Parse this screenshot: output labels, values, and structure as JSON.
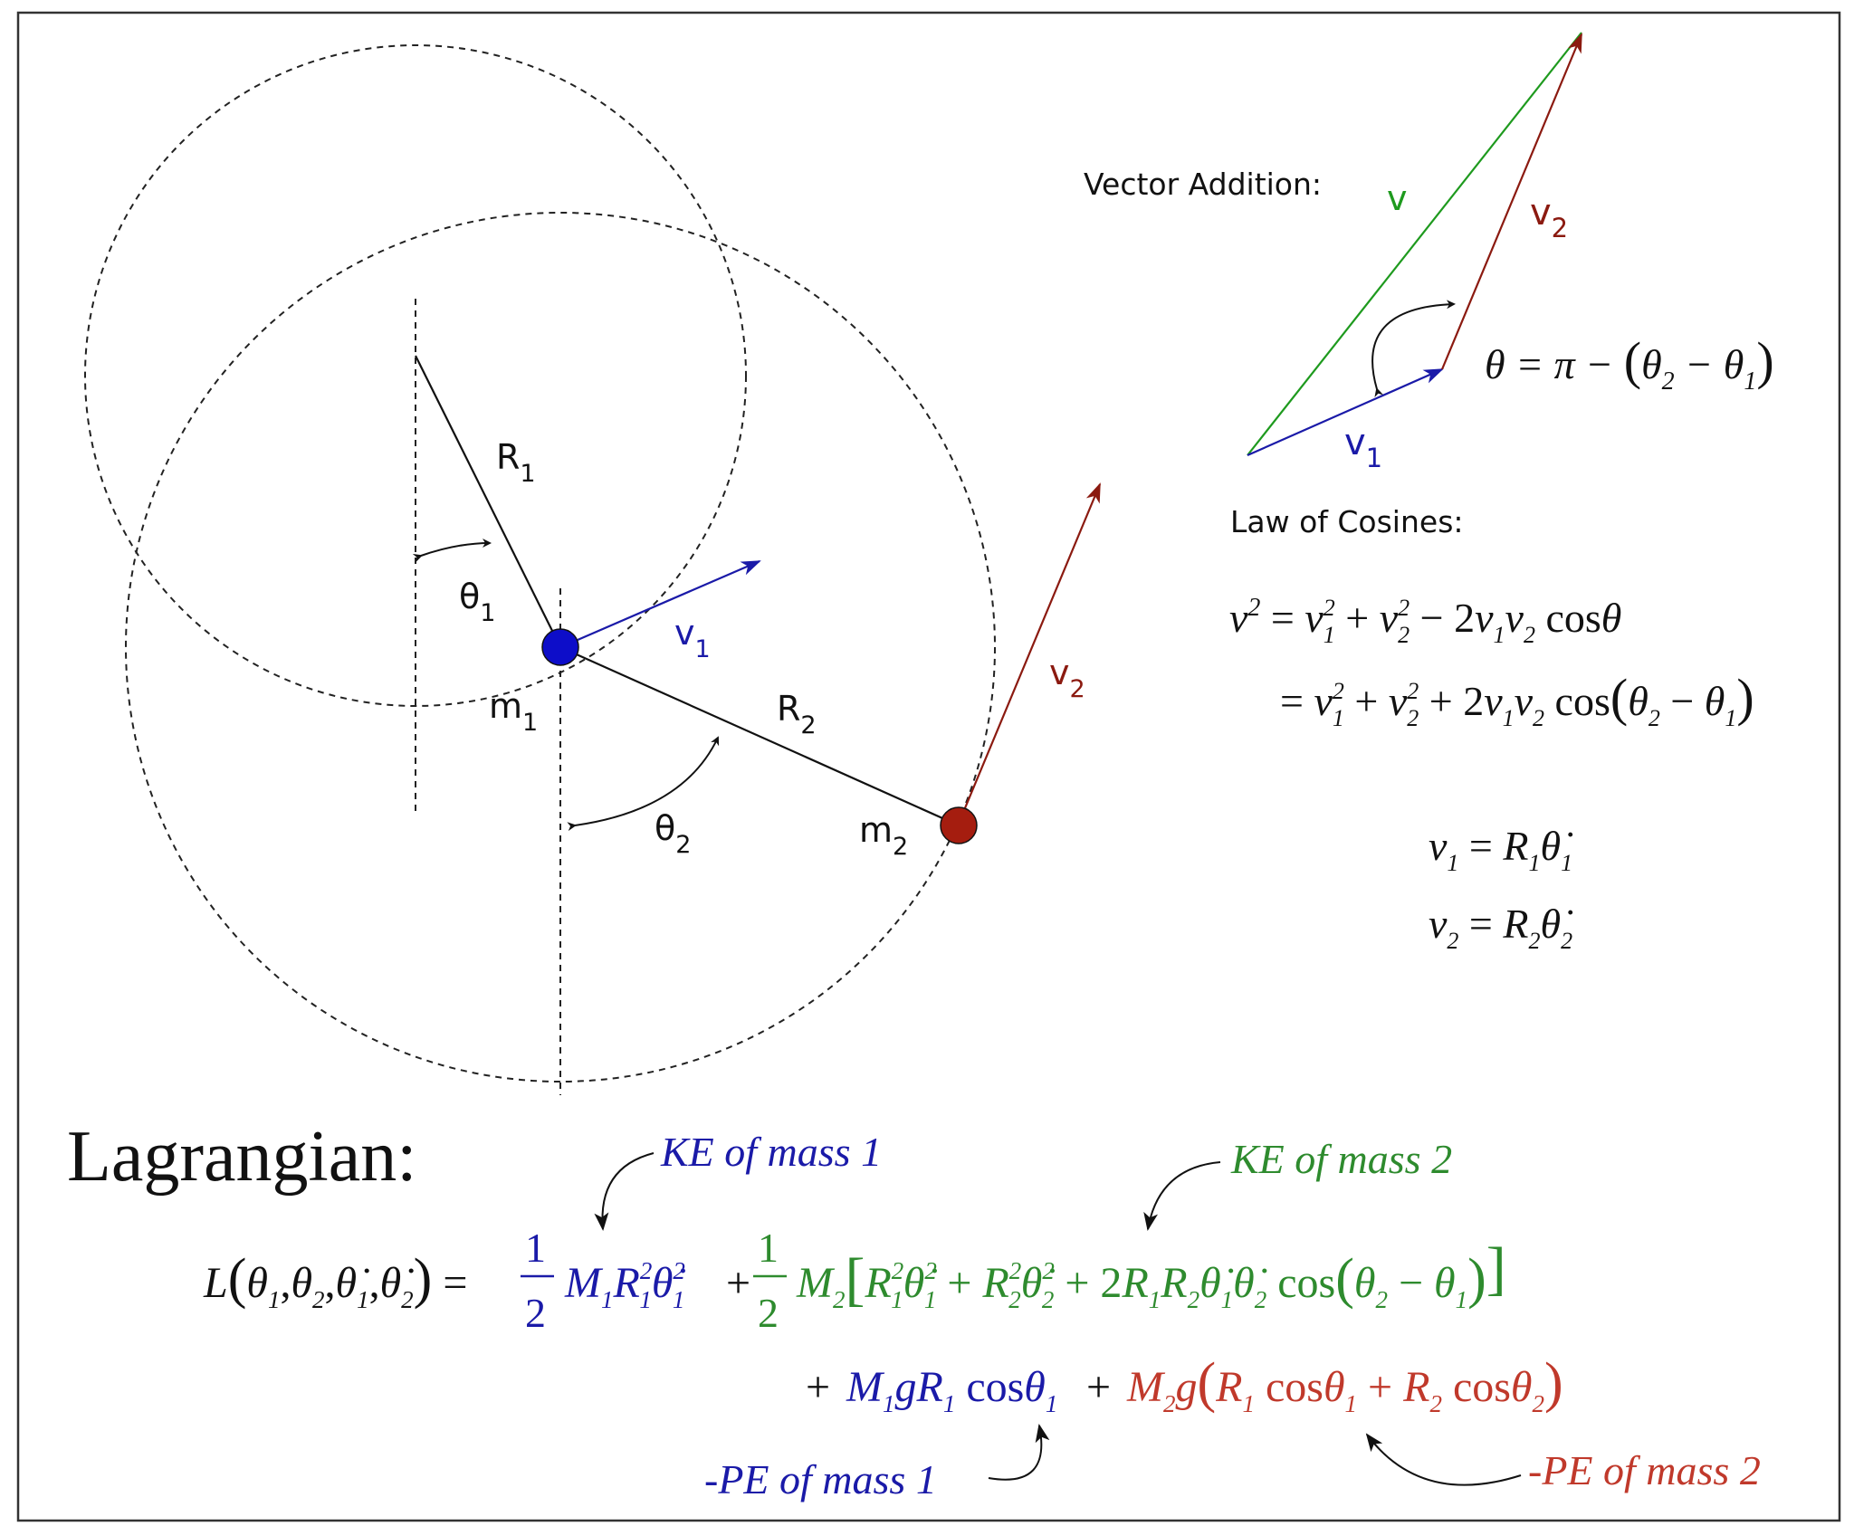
{
  "colors": {
    "blue": "#1a1aa8",
    "blue_fill": "#0d0dc9",
    "green": "#1e9a1e",
    "eq_green": "#2e8b2e",
    "red": "#8b1a10",
    "eq_red": "#c0392b",
    "black": "#111111",
    "frame": "#333333"
  },
  "pendulum": {
    "r1_label": "R",
    "r1_sub": "1",
    "theta1_label": "θ",
    "theta1_sub": "1",
    "mass1_label": "m",
    "mass1_sub": "1",
    "v1_label": "v",
    "v1_sub": "1",
    "r2_label": "R",
    "r2_sub": "2",
    "theta2_label": "θ",
    "theta2_sub": "2",
    "mass2_label": "m",
    "mass2_sub": "2",
    "v2_label": "v",
    "v2_sub": "2"
  },
  "vector_addition": {
    "title": "Vector Addition:",
    "v_label": "v",
    "v1_label": "v",
    "v1_sub": "1",
    "v2_label": "v",
    "v2_sub": "2",
    "theta_eq": {
      "lhs": "θ = π − ",
      "lp": "(",
      "a": "θ",
      "a_sub": "2",
      "minus": " − ",
      "b": "θ",
      "b_sub": "1",
      "rp": ")"
    }
  },
  "law_of_cosines": {
    "title": "Law of Cosines:",
    "line1": {
      "v": "v",
      "sup": "2",
      "eq": " = ",
      "t1": "v",
      "t1_sub": "1",
      "t1_sup": "2",
      "plus": " + ",
      "t2": "v",
      "t2_sub": "2",
      "t2_sup": "2",
      "rest_pre": " − 2",
      "rv1": "v",
      "rv1_sub": "1",
      "rv2": "v",
      "rv2_sub": "2",
      "cos": " cos",
      "theta": "θ"
    },
    "line2": {
      "eq": "= ",
      "t1": "v",
      "t1_sub": "1",
      "t1_sup": "2",
      "plus": " + ",
      "t2": "v",
      "t2_sub": "2",
      "t2_sup": "2",
      "rest_pre": " + 2",
      "rv1": "v",
      "rv1_sub": "1",
      "rv2": "v",
      "rv2_sub": "2",
      "cos": " cos",
      "lp": "(",
      "a": "θ",
      "a_sub": "2",
      "minus": " − ",
      "b": "θ",
      "b_sub": "1",
      "rp": ")"
    },
    "v1_def": {
      "v": "v",
      "sub": "1",
      "eq": " = ",
      "r": "R",
      "r_sub": "1",
      "th": "θ̇",
      "th_sub": "1"
    },
    "v2_def": {
      "v": "v",
      "sub": "2",
      "eq": " = ",
      "r": "R",
      "r_sub": "2",
      "th": "θ̇",
      "th_sub": "2"
    }
  },
  "lagrangian": {
    "title": "Lagrangian:",
    "lhs": {
      "L": "L",
      "lp": "(",
      "a": "θ",
      "a_sub": "1",
      "c1": ",",
      "b": "θ",
      "b_sub": "2",
      "c2": ",",
      "c": "θ̇",
      "c_sub": "1",
      "c3": ",",
      "d": "θ̇",
      "d_sub": "2",
      "rp": ")",
      "eq": " = "
    },
    "half_num": "1",
    "half_den": "2",
    "ke1": {
      "M": "M",
      "M_sub": "1",
      "R": "R",
      "R_sub": "1",
      "R_sup": "2",
      "th": "θ̇",
      "th_sub": "1",
      "th_sup": "2"
    },
    "plus": " + ",
    "ke2": {
      "M": "M",
      "M_sub": "2",
      "lb": "[",
      "R1": "R",
      "R1_sub": "1",
      "R1_sup": "2",
      "th1": "θ̇",
      "th1_sub": "1",
      "th1_sup": "2",
      "p1": " + ",
      "R2": "R",
      "R2_sub": "2",
      "R2_sup": "2",
      "th2": "θ̇",
      "th2_sub": "2",
      "th2_sup": "2",
      "p2": " + 2",
      "Ra": "R",
      "Ra_sub": "1",
      "Rb": "R",
      "Rb_sub": "2",
      "ta": "θ̇",
      "ta_sub": "1",
      "tb": "θ̇",
      "tb_sub": "2",
      "cos": " cos",
      "lp": "(",
      "a": "θ",
      "a_sub": "2",
      "minus": " − ",
      "b": "θ",
      "b_sub": "1",
      "rp": ")",
      "rb": "]"
    },
    "line2_plus": "+ ",
    "pe1": {
      "M": "M",
      "M_sub": "1",
      "g": "g",
      "R": "R",
      "R_sub": "1",
      "cos": " cos",
      "th": "θ",
      "th_sub": "1"
    },
    "plus2": " + ",
    "pe2": {
      "M": "M",
      "M_sub": "2",
      "g": "g",
      "lp": "(",
      "R1": "R",
      "R1_sub": "1",
      "cos1": " cos",
      "th1": "θ",
      "th1_sub": "1",
      "p": " + ",
      "R2": "R",
      "R2_sub": "2",
      "cos2": " cos",
      "th2": "θ",
      "th2_sub": "2",
      "rp": ")"
    },
    "note_ke1": "KE of mass 1",
    "note_ke2": "KE of mass 2",
    "note_pe1": "-PE of mass 1",
    "note_pe2": "-PE of mass 2"
  }
}
